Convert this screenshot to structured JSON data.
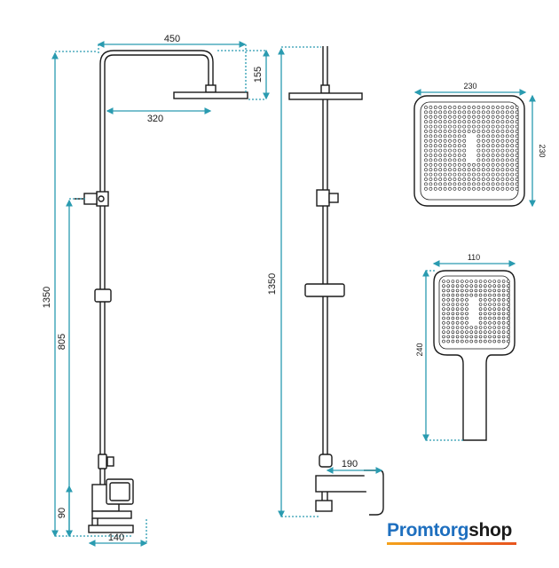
{
  "dimensions": {
    "front_arm_width": "450",
    "front_head_height": "155",
    "front_arm_reach": "320",
    "front_total_height": "1350",
    "front_holder_height": "805",
    "front_mixer_height": "90",
    "front_mixer_width": "140",
    "side_total_height": "1350",
    "side_spout_length": "190",
    "head_width": "230",
    "head_height": "230",
    "hand_width": "110",
    "hand_height": "240"
  },
  "brand": {
    "name_part1": "Promtorg",
    "name_part2": "shop"
  },
  "colors": {
    "dimension_line": "#2a9bb0",
    "outline": "#1a1a1a",
    "brand_blue": "#1e6fbf",
    "brand_orange": "#f4a21c"
  }
}
